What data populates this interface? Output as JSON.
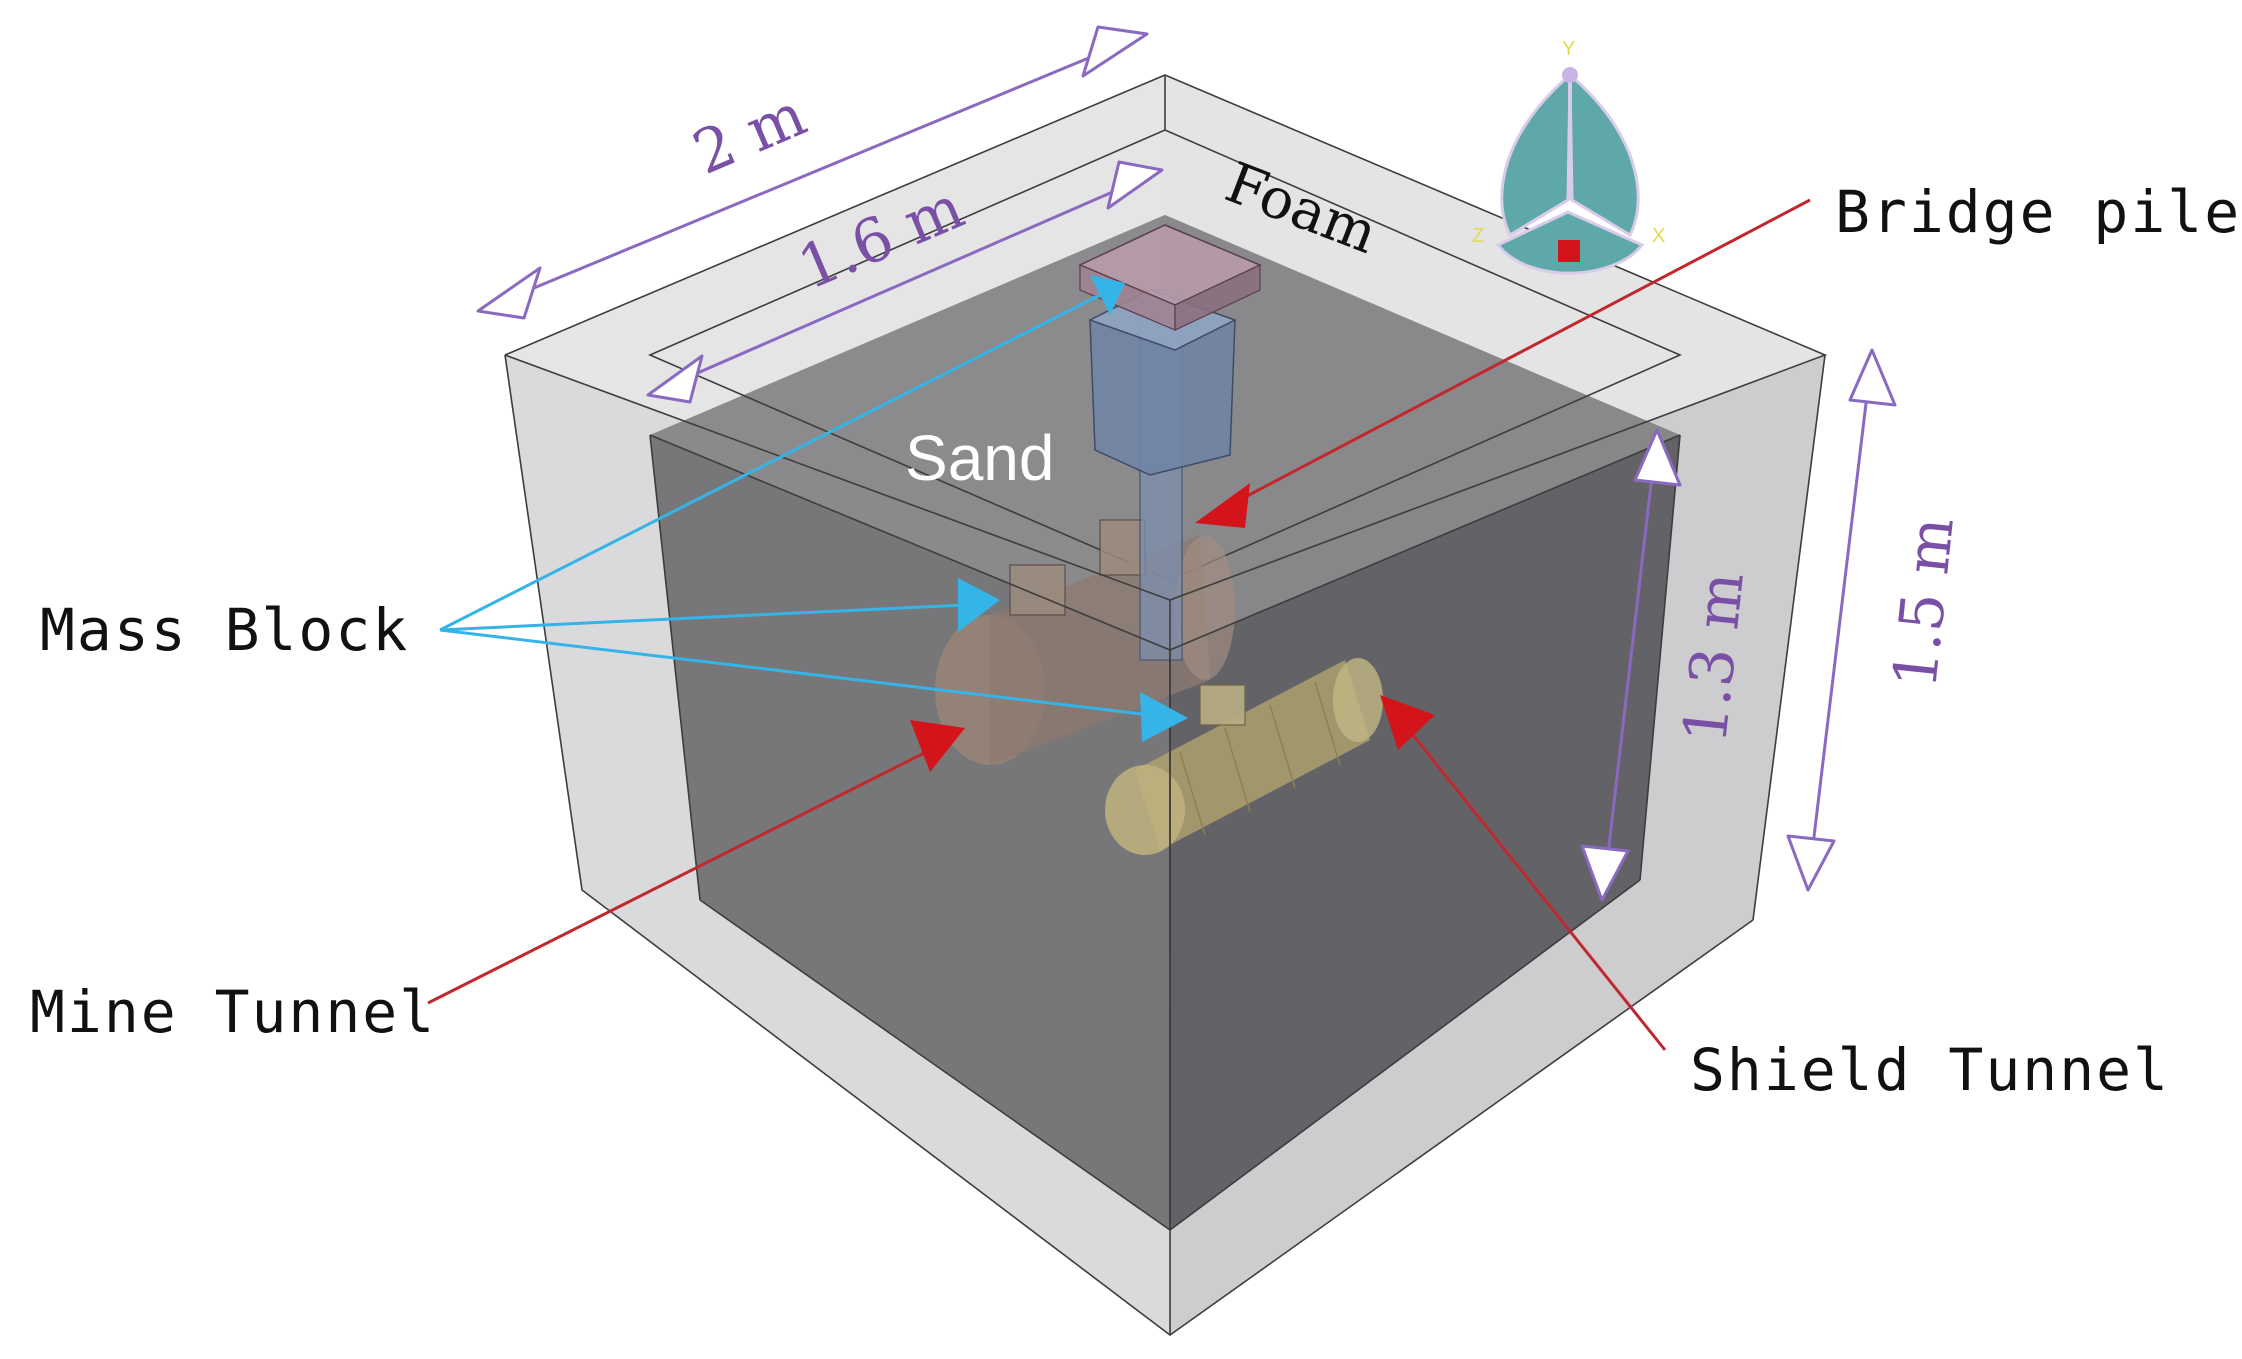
{
  "labels": {
    "mass_block": "Mass Block",
    "mine_tunnel": "Mine Tunnel",
    "bridge_pile": "Bridge pile",
    "shield_tunnel": "Shield Tunnel",
    "sand": "Sand",
    "foam": "Foam"
  },
  "dimensions": {
    "outer_width": "2 m",
    "inner_width": "1.6 m",
    "inner_height": "1.3 m",
    "outer_height": "1.5 m"
  },
  "axes": {
    "y": "Y",
    "x": "X",
    "z": "Z"
  },
  "colors": {
    "dimension_purple": "#8a6ac0",
    "leader_red": "#c0282d",
    "leader_blue": "#35b4e8",
    "outer_foam_box": "#d7d7d9",
    "inner_sand_box": "#6e6e70",
    "tunnel_fill": "#a99a66",
    "pile_fill": "#7c8fad"
  }
}
